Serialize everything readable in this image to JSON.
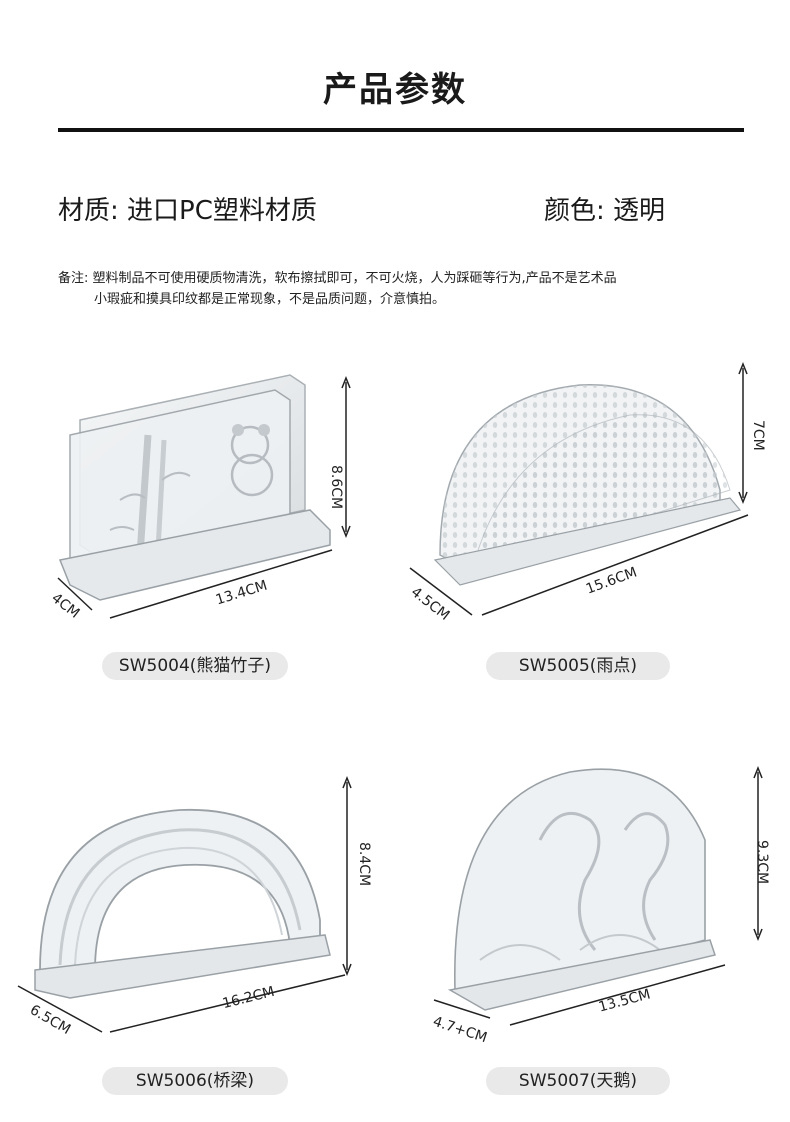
{
  "header": {
    "title": "产品参数"
  },
  "specs": {
    "material": "材质: 进口PC塑料材质",
    "color": "颜色: 透明"
  },
  "note": {
    "line1": "备注: 塑料制品不可使用硬质物清洗，软布擦拭即可，不可火烧，人为踩砸等行为,产品不是艺术品",
    "line2": "小瑕疵和摸具印纹都是正常现象，不是品质问题，介意慎拍。"
  },
  "products": [
    {
      "label": "SW5004(熊猫竹子)",
      "height": "8.6CM",
      "length": "13.4CM",
      "depth": "4CM"
    },
    {
      "label": "SW5005(雨点)",
      "height": "7CM",
      "length": "15.6CM",
      "depth": "4.5CM"
    },
    {
      "label": "SW5006(桥梁)",
      "height": "8.4CM",
      "length": "16.2CM",
      "depth": "6.5CM"
    },
    {
      "label": "SW5007(天鹅)",
      "height": "9.3CM",
      "length": "13.5CM",
      "depth": "4.7+CM"
    }
  ]
}
